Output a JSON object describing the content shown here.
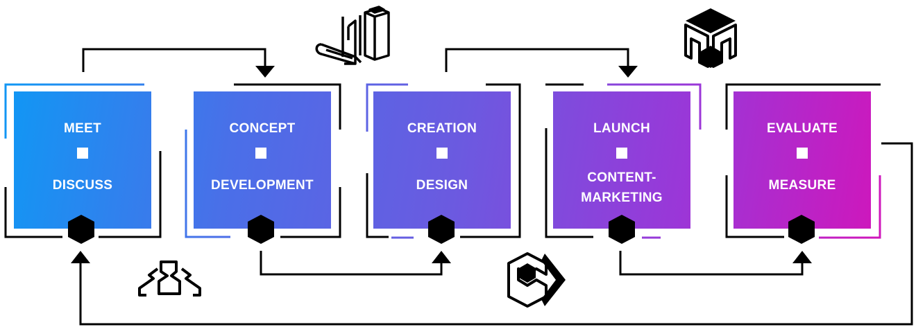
{
  "steps": [
    {
      "top": "MEET",
      "bottom": [
        "DISCUSS"
      ]
    },
    {
      "top": "CONCEPT",
      "bottom": [
        "DEVELOPMENT"
      ]
    },
    {
      "top": "CREATION",
      "bottom": [
        "DESIGN"
      ]
    },
    {
      "top": "LAUNCH",
      "bottom": [
        "CONTENT-",
        "MARKETING"
      ]
    },
    {
      "top": "EVALUATE",
      "bottom": [
        "MEASURE"
      ]
    }
  ],
  "colors": {
    "gradient_start": "#1296f4",
    "gradient_end": "#d513b8",
    "line": "#000000",
    "text": "#ffffff"
  },
  "icons": [
    "team-icon",
    "blueprint-icon",
    "cube-logo-icon",
    "m-cube-logo-icon"
  ]
}
